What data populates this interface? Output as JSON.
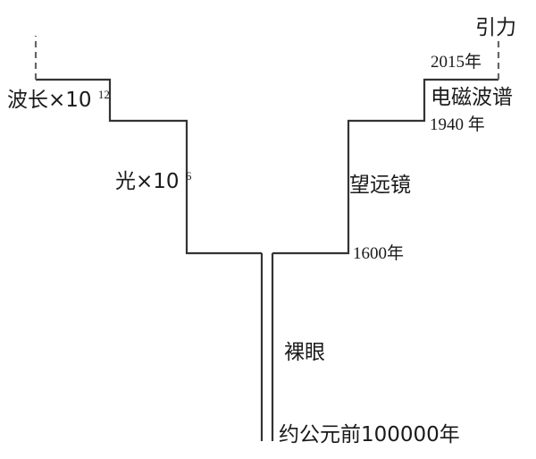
{
  "labels": {
    "naked_eye": "裸眼",
    "start_era": "约公元前100000年",
    "telescope": "望远镜",
    "telescope_year": "1600年",
    "light_factor_base": "光×10",
    "light_factor_exp": "6",
    "em_spectrum": "电磁波谱",
    "em_year": "1940 年",
    "wavelength_factor_base": "波长×10",
    "wavelength_factor_exp": "12",
    "gravity": "引力",
    "gravity_year": "2015年"
  },
  "colors": {
    "line": "#333333",
    "dashed_line": "#666666",
    "text": "#1a1a1a"
  }
}
